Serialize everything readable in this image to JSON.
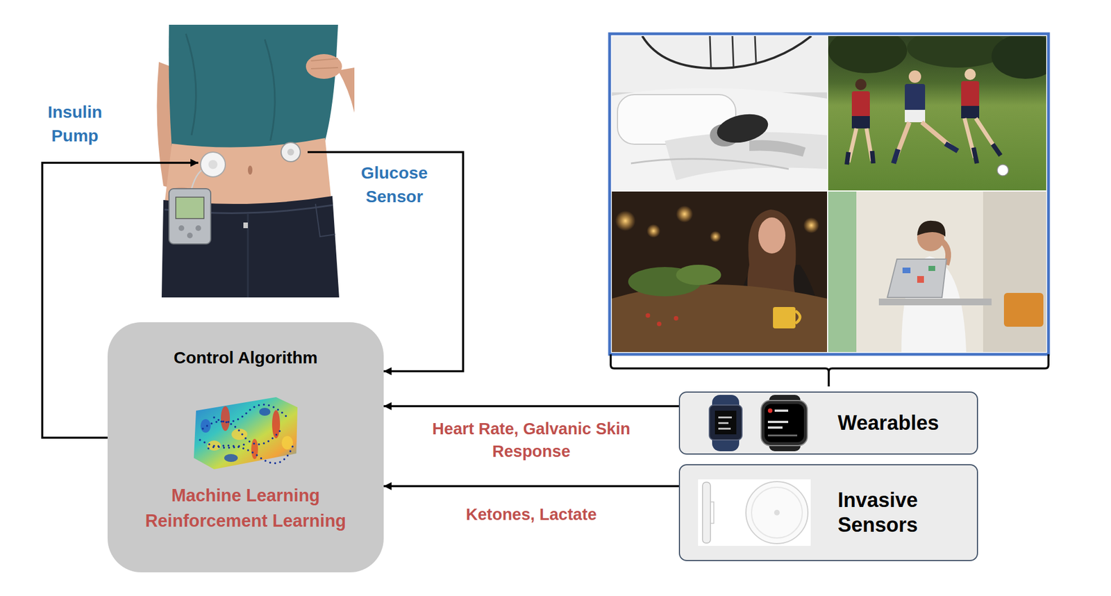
{
  "diagram": {
    "nodes": [
      {
        "text": [
          "Control Algorithm",
          "Machine Learning Reinforcement Learning"
        ]
      },
      {
        "text": [
          "Wearables"
        ]
      },
      {
        "text": [
          "Invasive Sensors"
        ]
      }
    ],
    "edges": [
      {
        "from": 1,
        "to": 0,
        "arrow": "to",
        "label": "Heart Rate, Galvanic Skin Response"
      },
      {
        "from": 2,
        "to": 0,
        "arrow": "to",
        "label": "Ketones, Lactate"
      }
    ],
    "labels": [
      "Insulin Pump",
      "Glucose Sensor"
    ]
  }
}
